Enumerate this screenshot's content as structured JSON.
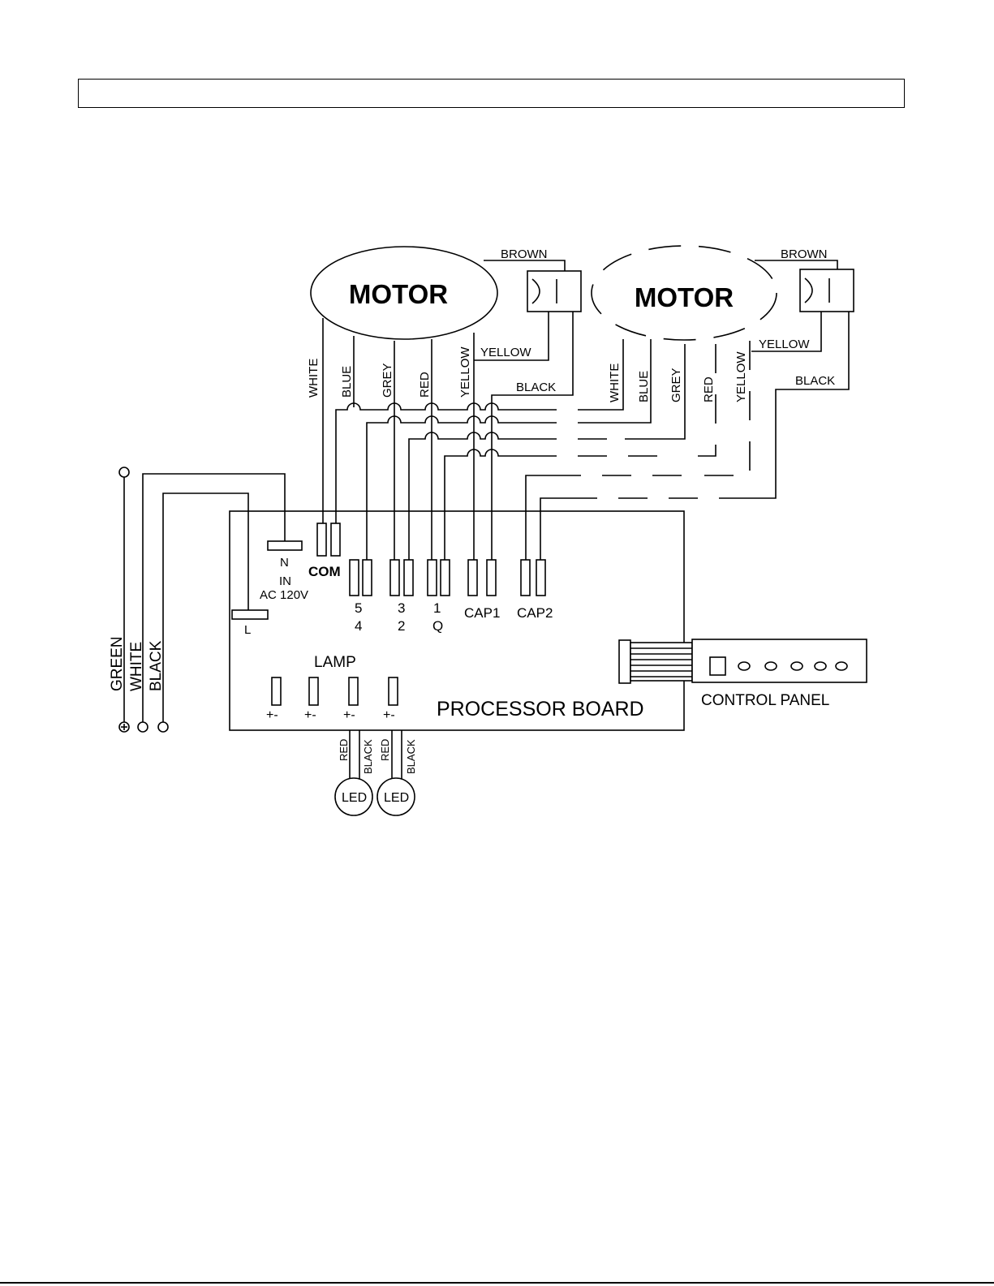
{
  "header": {
    "text": ""
  },
  "diagram": {
    "motor_primary": {
      "label": "MOTOR"
    },
    "motor_secondary": {
      "label": "MOTOR"
    },
    "wire_labels": {
      "brown": "BROWN",
      "yellow": "YELLOW",
      "black": "BLACK",
      "white": "WHITE",
      "blue": "BLUE",
      "grey": "GREY",
      "red": "RED"
    },
    "supply": {
      "green": "GREEN",
      "white": "WHITE",
      "black": "BLACK",
      "neutral": "N",
      "line": "L",
      "input_line1": "IN",
      "input_line2": "AC 120V"
    },
    "board": {
      "title": "PROCESSOR BOARD",
      "com": "COM",
      "terminals": {
        "t5": "5",
        "t4": "4",
        "t3": "3",
        "t2": "2",
        "t1": "1",
        "tq": "Q",
        "cap1": "CAP1",
        "cap2": "CAP2"
      },
      "lamp": "LAMP",
      "polarity": "+-"
    },
    "led": {
      "label": "LED",
      "red": "RED",
      "black": "BLACK"
    },
    "control_panel": {
      "label": "CONTROL PANEL"
    }
  }
}
